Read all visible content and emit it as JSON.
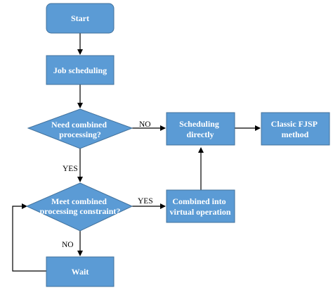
{
  "colors": {
    "node_fill": "#5b9bd5",
    "node_stroke": "#41719c",
    "text": "#ffffff",
    "edge": "#000000",
    "background": "#ffffff"
  },
  "nodes": {
    "start": "Start",
    "job_scheduling": "Job scheduling",
    "need_combined": [
      "Need combined",
      "processing?"
    ],
    "meet_constraint": [
      "Meet combined",
      "processing constraint?"
    ],
    "wait": "Wait",
    "scheduling_directly": [
      "Scheduling",
      "directly"
    ],
    "classic_fjsp": [
      "Classic FJSP",
      "method"
    ],
    "combined_virtual": [
      "Combined into",
      "virtual operation"
    ]
  },
  "edge_labels": {
    "need_no": "NO",
    "need_yes": "YES",
    "meet_yes": "YES",
    "meet_no": "NO"
  }
}
